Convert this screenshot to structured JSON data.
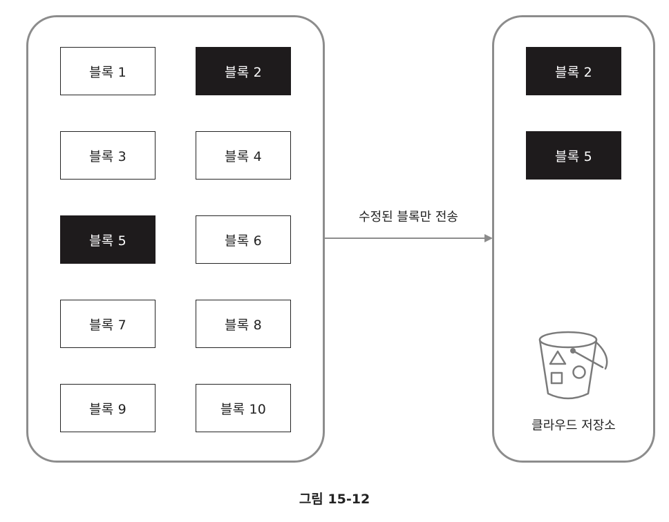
{
  "source_blocks": [
    {
      "label": "블록 1",
      "modified": false
    },
    {
      "label": "블록 2",
      "modified": true
    },
    {
      "label": "블록 3",
      "modified": false
    },
    {
      "label": "블록 4",
      "modified": false
    },
    {
      "label": "블록 5",
      "modified": true
    },
    {
      "label": "블록 6",
      "modified": false
    },
    {
      "label": "블록 7",
      "modified": false
    },
    {
      "label": "블록 8",
      "modified": false
    },
    {
      "label": "블록 9",
      "modified": false
    },
    {
      "label": "블록 10",
      "modified": false
    }
  ],
  "uploaded_blocks": [
    {
      "label": "블록 2"
    },
    {
      "label": "블록 5"
    }
  ],
  "arrow_label": "수정된 블록만 전송",
  "storage": {
    "label": "클라우드 저장소",
    "icon": "bucket-icon"
  },
  "caption": "그림 15-12",
  "colors": {
    "modified_fill": "#1e1b1c",
    "panel_border": "#8c8c8c",
    "arrow": "#8c8c8c"
  }
}
